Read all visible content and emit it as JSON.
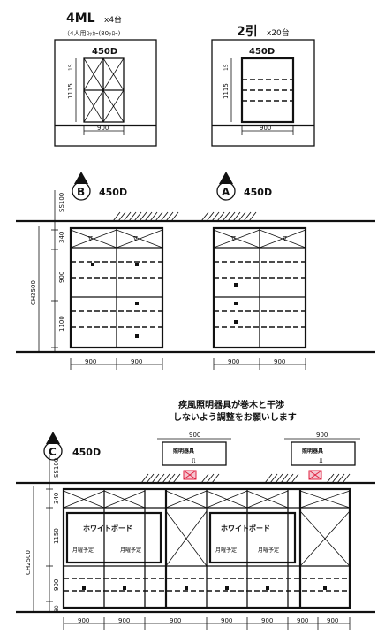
{
  "top_left": {
    "title": "4ML",
    "qty": "x4台",
    "sub": "（4人用ﾛｯｶｰ(80ｯﾛｰ)",
    "depth": "450D",
    "height": "1115",
    "gap": "15",
    "width": "900"
  },
  "top_right": {
    "title": "2引",
    "qty": "x20台",
    "depth": "450D",
    "height": "1115",
    "gap": "15",
    "width": "900"
  },
  "section_b": {
    "marker": "B",
    "depth": "450D",
    "vertical": [
      "340",
      "900",
      "1100"
    ],
    "total": "CH2500",
    "ceiling": "SS100",
    "widths": [
      "900",
      "900"
    ]
  },
  "section_a": {
    "marker": "A",
    "depth": "450D",
    "widths": [
      "900",
      "900"
    ]
  },
  "section_c": {
    "marker": "C",
    "depth": "450D",
    "note_line1": "疾風照明器具が巻木と干渉",
    "note_line2": "しないよう調整をお願いします",
    "label_top_left": "900",
    "label_top_right": "900",
    "fixture_label": "照明器具",
    "vertical": [
      "340",
      "1150",
      "900",
      "80"
    ],
    "total": "CH2500",
    "ceiling": "SS100",
    "board_label": "ホワイトボード",
    "door_labels_left": [
      "月曜予定",
      "月曜予定"
    ],
    "door_labels_right": [
      "月曜予定",
      "月曜予定"
    ],
    "widths": [
      "900",
      "900",
      "900",
      "900",
      "900",
      "900",
      "900"
    ]
  }
}
